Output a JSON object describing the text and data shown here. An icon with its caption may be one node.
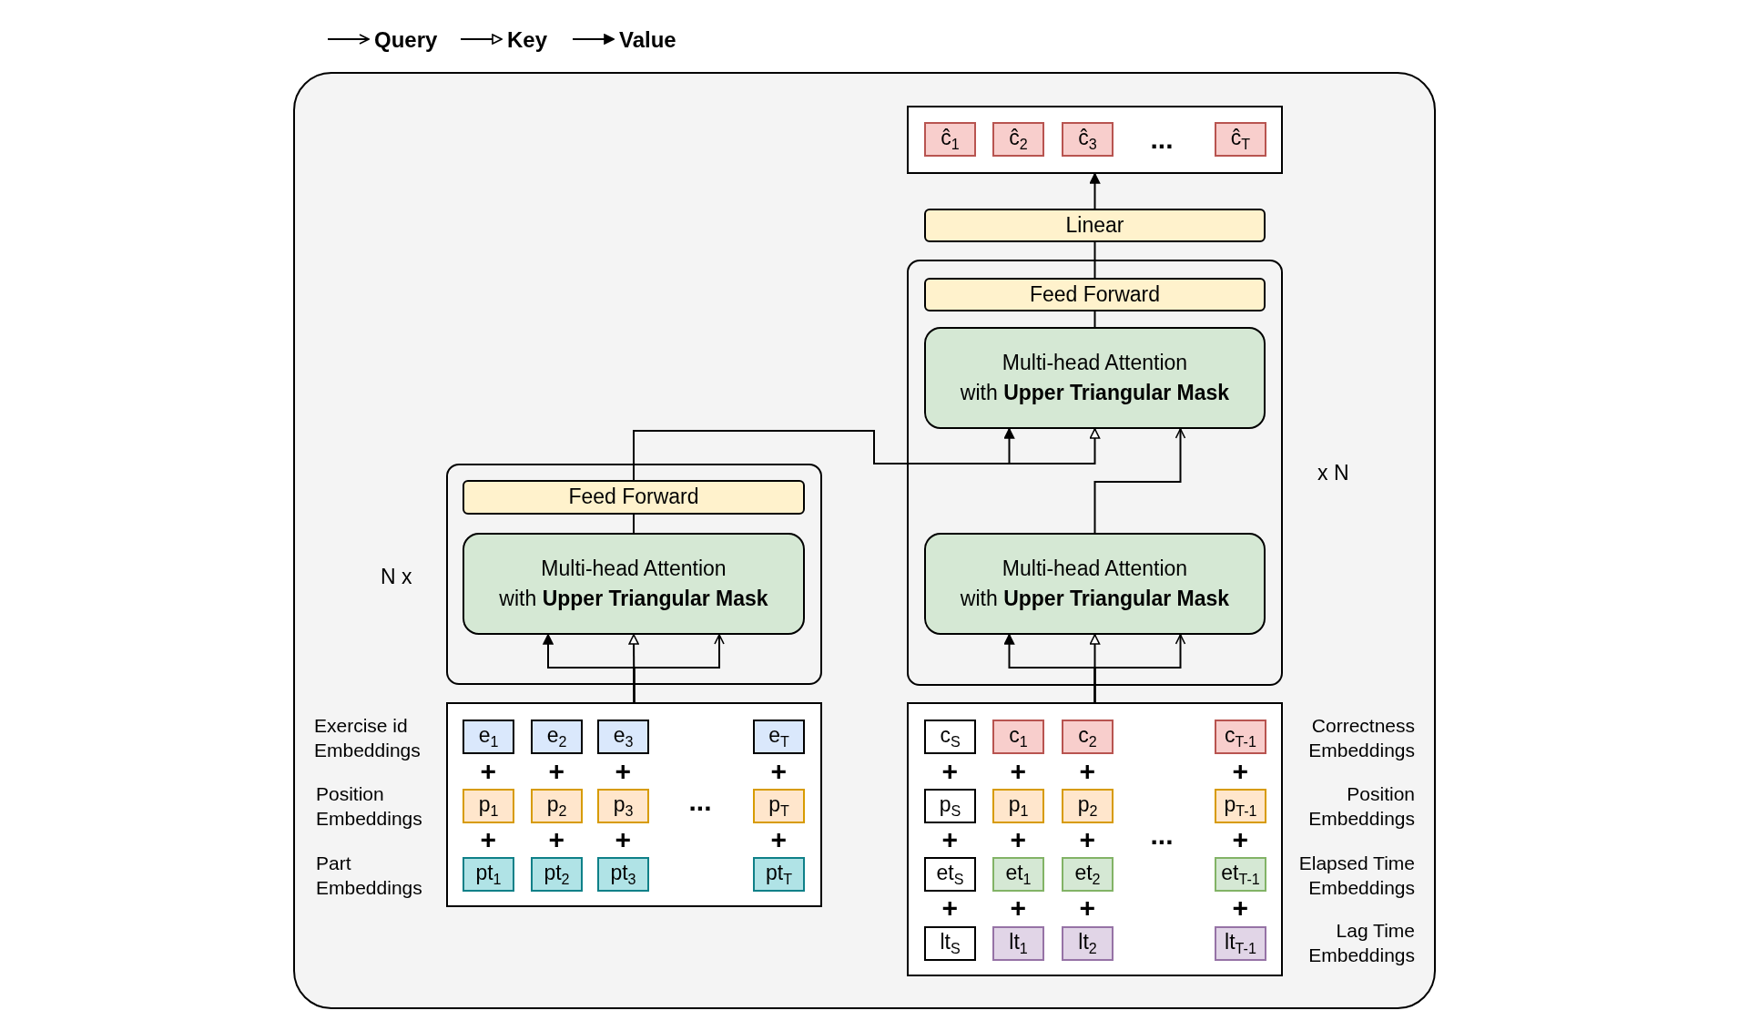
{
  "diagram": {
    "nodes": [
      {
        "text": [],
        "shape": "box"
      },
      {
        "text": [
          "ĉ$_{1}$"
        ],
        "in": 0
      },
      {
        "text": [
          "ĉ$_{2}$"
        ],
        "in": 0
      },
      {
        "text": [
          "ĉ$_{3}$"
        ],
        "in": 0
      },
      {
        "text": [
          "ĉ$_{T}$"
        ],
        "in": 0
      },
      {
        "text": [
          "Linear"
        ]
      },
      {
        "text": [],
        "shape": "box",
        "beside": [
          "x N"
        ]
      },
      {
        "text": [
          "Feed Forward"
        ],
        "in": 6
      },
      {
        "text": [
          "Multi-head Attention with **Upper Triangular Mask**"
        ],
        "in": 6
      },
      {
        "text": [
          "Multi-head Attention with **Upper Triangular Mask**"
        ],
        "in": 6
      },
      {
        "text": [],
        "shape": "box",
        "beside": [
          "N x"
        ]
      },
      {
        "text": [
          "Feed Forward"
        ],
        "in": 10
      },
      {
        "text": [
          "Multi-head Attention with **Upper Triangular Mask**"
        ],
        "in": 10
      },
      {
        "text": [],
        "shape": "box"
      },
      {
        "text": [
          "e$_{1}$"
        ],
        "in": 13
      },
      {
        "text": [
          "e$_{2}$"
        ],
        "in": 13
      },
      {
        "text": [
          "e$_{3}$"
        ],
        "in": 13
      },
      {
        "text": [
          "e$_{T}$"
        ],
        "in": 13
      },
      {
        "text": [
          "p$_{1}$"
        ],
        "in": 13
      },
      {
        "text": [
          "p$_{2}$"
        ],
        "in": 13
      },
      {
        "text": [
          "p$_{3}$"
        ],
        "in": 13
      },
      {
        "text": [
          "p$_{T}$"
        ],
        "in": 13
      },
      {
        "text": [
          "pt$_{1}$"
        ],
        "in": 13
      },
      {
        "text": [
          "pt$_{2}$"
        ],
        "in": 13
      },
      {
        "text": [
          "pt$_{3}$"
        ],
        "in": 13
      },
      {
        "text": [
          "pt$_{T}$"
        ],
        "in": 13
      },
      {
        "text": [],
        "shape": "box"
      },
      {
        "text": [
          "c$_{S}$"
        ],
        "in": 26
      },
      {
        "text": [
          "c$_{1}$"
        ],
        "in": 26
      },
      {
        "text": [
          "c$_{2}$"
        ],
        "in": 26
      },
      {
        "text": [
          "c$_{T-1}$"
        ],
        "in": 26
      },
      {
        "text": [
          "p$_{S}$"
        ],
        "in": 26
      },
      {
        "text": [
          "p$_{1}$"
        ],
        "in": 26
      },
      {
        "text": [
          "p$_{2}$"
        ],
        "in": 26
      },
      {
        "text": [
          "p$_{T-1}$"
        ],
        "in": 26
      },
      {
        "text": [
          "et$_{S}$"
        ],
        "in": 26
      },
      {
        "text": [
          "et$_{1}$"
        ],
        "in": 26
      },
      {
        "text": [
          "et$_{2}$"
        ],
        "in": 26
      },
      {
        "text": [
          "et$_{T-1}$"
        ],
        "in": 26
      },
      {
        "text": [
          "lt$_{S}$"
        ],
        "in": 26
      },
      {
        "text": [
          "lt$_{1}$"
        ],
        "in": 26
      },
      {
        "text": [
          "lt$_{2}$"
        ],
        "in": 26
      },
      {
        "text": [
          "lt$_{T-1}$"
        ],
        "in": 26
      }
    ],
    "edges": [
      {
        "from": 13,
        "to": 12,
        "arrow": "to"
      },
      {
        "from": 13,
        "to": 12,
        "arrow": "to"
      },
      {
        "from": 13,
        "to": 12,
        "arrow": "to"
      },
      {
        "from": 12,
        "to": 11,
        "arrow": "none"
      },
      {
        "from": 11,
        "to": 8,
        "arrow": "to"
      },
      {
        "from": 11,
        "to": 8,
        "arrow": "to"
      },
      {
        "from": 9,
        "to": 8,
        "arrow": "to"
      },
      {
        "from": 26,
        "to": 9,
        "arrow": "to"
      },
      {
        "from": 26,
        "to": 9,
        "arrow": "to"
      },
      {
        "from": 26,
        "to": 9,
        "arrow": "to"
      },
      {
        "from": 8,
        "to": 7,
        "arrow": "none"
      },
      {
        "from": 7,
        "to": 5,
        "arrow": "none"
      },
      {
        "from": 5,
        "to": 0,
        "arrow": "to"
      }
    ],
    "labels": [
      "...",
      "Exercise id Embeddings",
      "Position Embeddings",
      "Part Embeddings",
      "Correctness Embeddings",
      "Position Embeddings",
      "Elapsed Time Embeddings",
      "Lag Time Embeddings",
      "+",
      "+",
      "+",
      "+",
      "+",
      "+",
      "+",
      "+",
      "...",
      "+",
      "+",
      "+",
      "+",
      "+",
      "+",
      "+",
      "+",
      "+",
      "+",
      "+",
      "+",
      "..."
    ],
    "legend": [
      {
        "text": "Query"
      },
      {
        "text": "Key"
      },
      {
        "text": "Value"
      }
    ]
  }
}
